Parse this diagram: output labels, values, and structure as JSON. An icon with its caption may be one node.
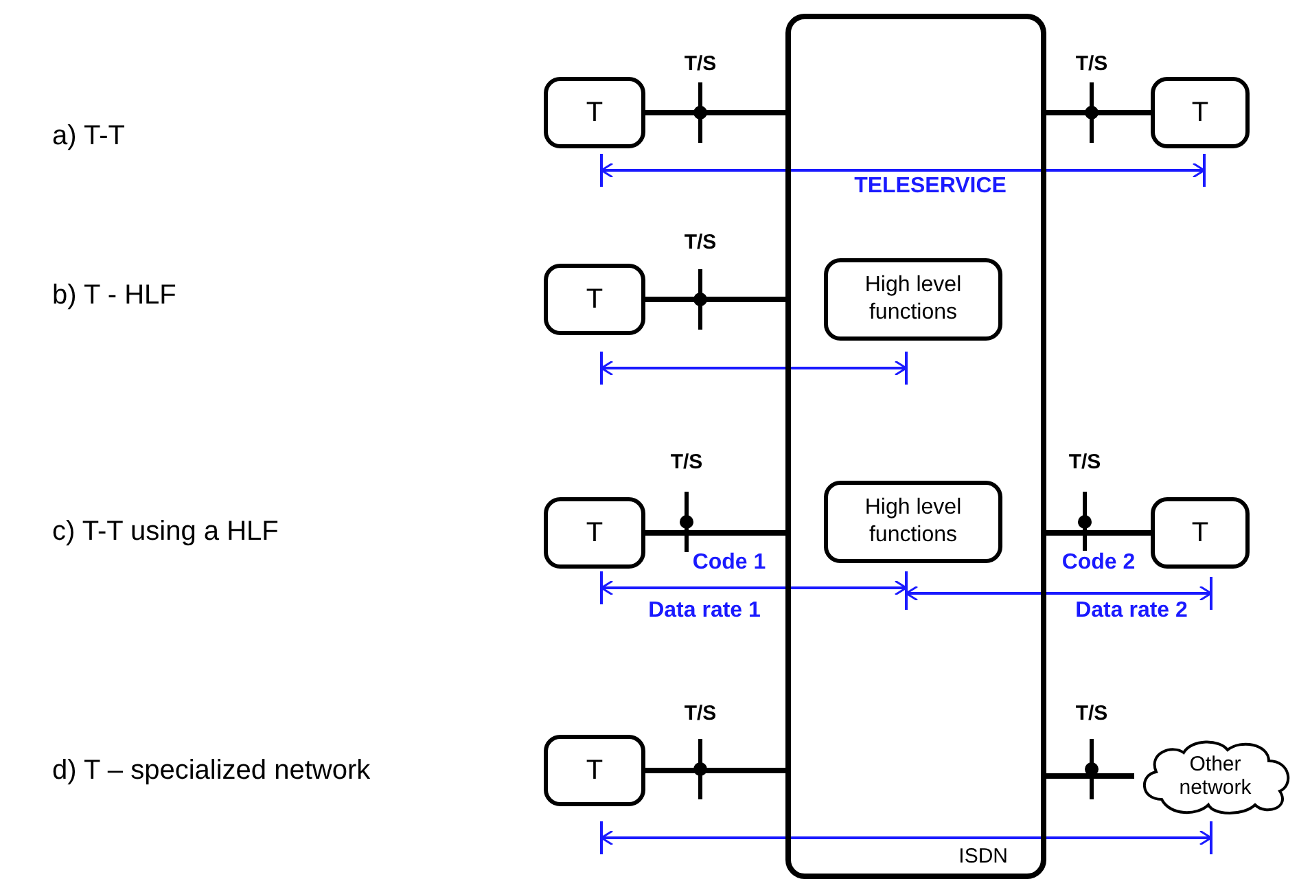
{
  "diagram": {
    "nodes": [
      {
        "text": [
          "ISDN"
        ]
      },
      {
        "text": [
          "T"
        ]
      },
      {
        "text": [
          "T"
        ]
      },
      {
        "text": [
          "T"
        ]
      },
      {
        "text": [
          "High level functions"
        ],
        "in": 0
      },
      {
        "text": [
          "T"
        ]
      },
      {
        "text": [
          "High level functions"
        ],
        "in": 0
      },
      {
        "text": [
          "T"
        ]
      },
      {
        "text": [
          "T"
        ]
      },
      {
        "text": [
          "Other network"
        ]
      }
    ],
    "edges": [
      {
        "from": 1,
        "to": 0,
        "arrow": "none"
      },
      {
        "from": 0,
        "to": 2,
        "arrow": "none"
      },
      {
        "from": 3,
        "to": 0,
        "arrow": "none"
      },
      {
        "from": 5,
        "to": 0,
        "arrow": "none"
      },
      {
        "from": 0,
        "to": 7,
        "arrow": "none"
      },
      {
        "from": 8,
        "to": 0,
        "arrow": "none"
      },
      {
        "from": 0,
        "to": 9,
        "arrow": "none"
      },
      {
        "from": 1,
        "to": 2,
        "arrow": "both",
        "color": "#1a1aff",
        "label": "TELESERVICE"
      },
      {
        "from": 3,
        "to": 4,
        "arrow": "both",
        "color": "#1a1aff"
      },
      {
        "from": 5,
        "to": 6,
        "arrow": "both",
        "color": "#1a1aff"
      },
      {
        "from": 6,
        "to": 7,
        "arrow": "both",
        "color": "#1a1aff"
      },
      {
        "from": 8,
        "to": 9,
        "arrow": "both",
        "color": "#1a1aff"
      }
    ],
    "labels": [
      "a) T-T",
      "T/S",
      "T/S",
      "b) T - HLF",
      "T/S",
      "c) T-T using a HLF",
      "T/S",
      "T/S",
      "Code 1",
      "Code 2",
      "Data rate 1",
      "Data rate 2",
      "d) T – specialized network",
      "T/S",
      "T/S"
    ]
  }
}
